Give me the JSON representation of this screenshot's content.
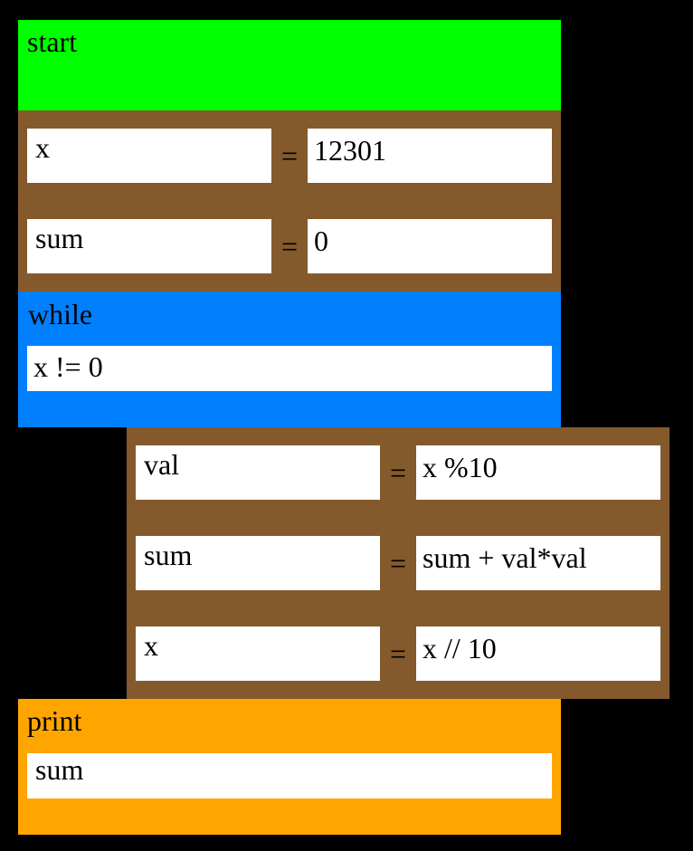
{
  "colors": {
    "background": "#000000",
    "start": "#00ff00",
    "assign": "#845a2c",
    "while": "#0080ff",
    "print": "#ffa500",
    "field": "#ffffff"
  },
  "start": {
    "label": "start"
  },
  "init": {
    "rows": [
      {
        "lhs": "x",
        "op": "=",
        "rhs": "12301"
      },
      {
        "lhs": "sum",
        "op": "=",
        "rhs": "0"
      }
    ]
  },
  "while": {
    "label": "while",
    "condition": "x != 0"
  },
  "body": {
    "rows": [
      {
        "lhs": "val",
        "op": "=",
        "rhs": "x %10"
      },
      {
        "lhs": "sum",
        "op": "=",
        "rhs": "sum + val*val"
      },
      {
        "lhs": "x",
        "op": "=",
        "rhs": "x // 10"
      }
    ]
  },
  "print": {
    "label": "print",
    "value": "sum"
  }
}
